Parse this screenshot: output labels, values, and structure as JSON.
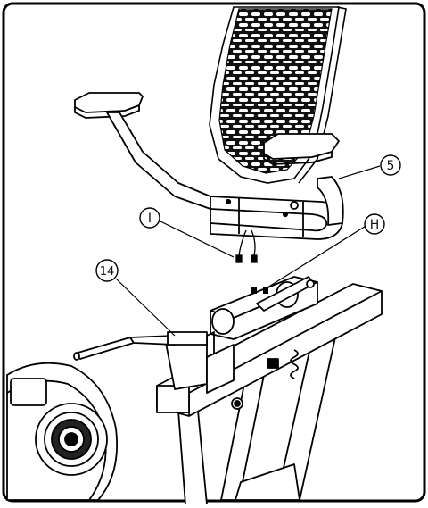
{
  "callouts": {
    "part_5": "5",
    "part_h": "H",
    "part_i": "I",
    "part_14": "14"
  },
  "colors": {
    "line": "#000000",
    "background": "#ffffff",
    "frame": "#000000"
  }
}
